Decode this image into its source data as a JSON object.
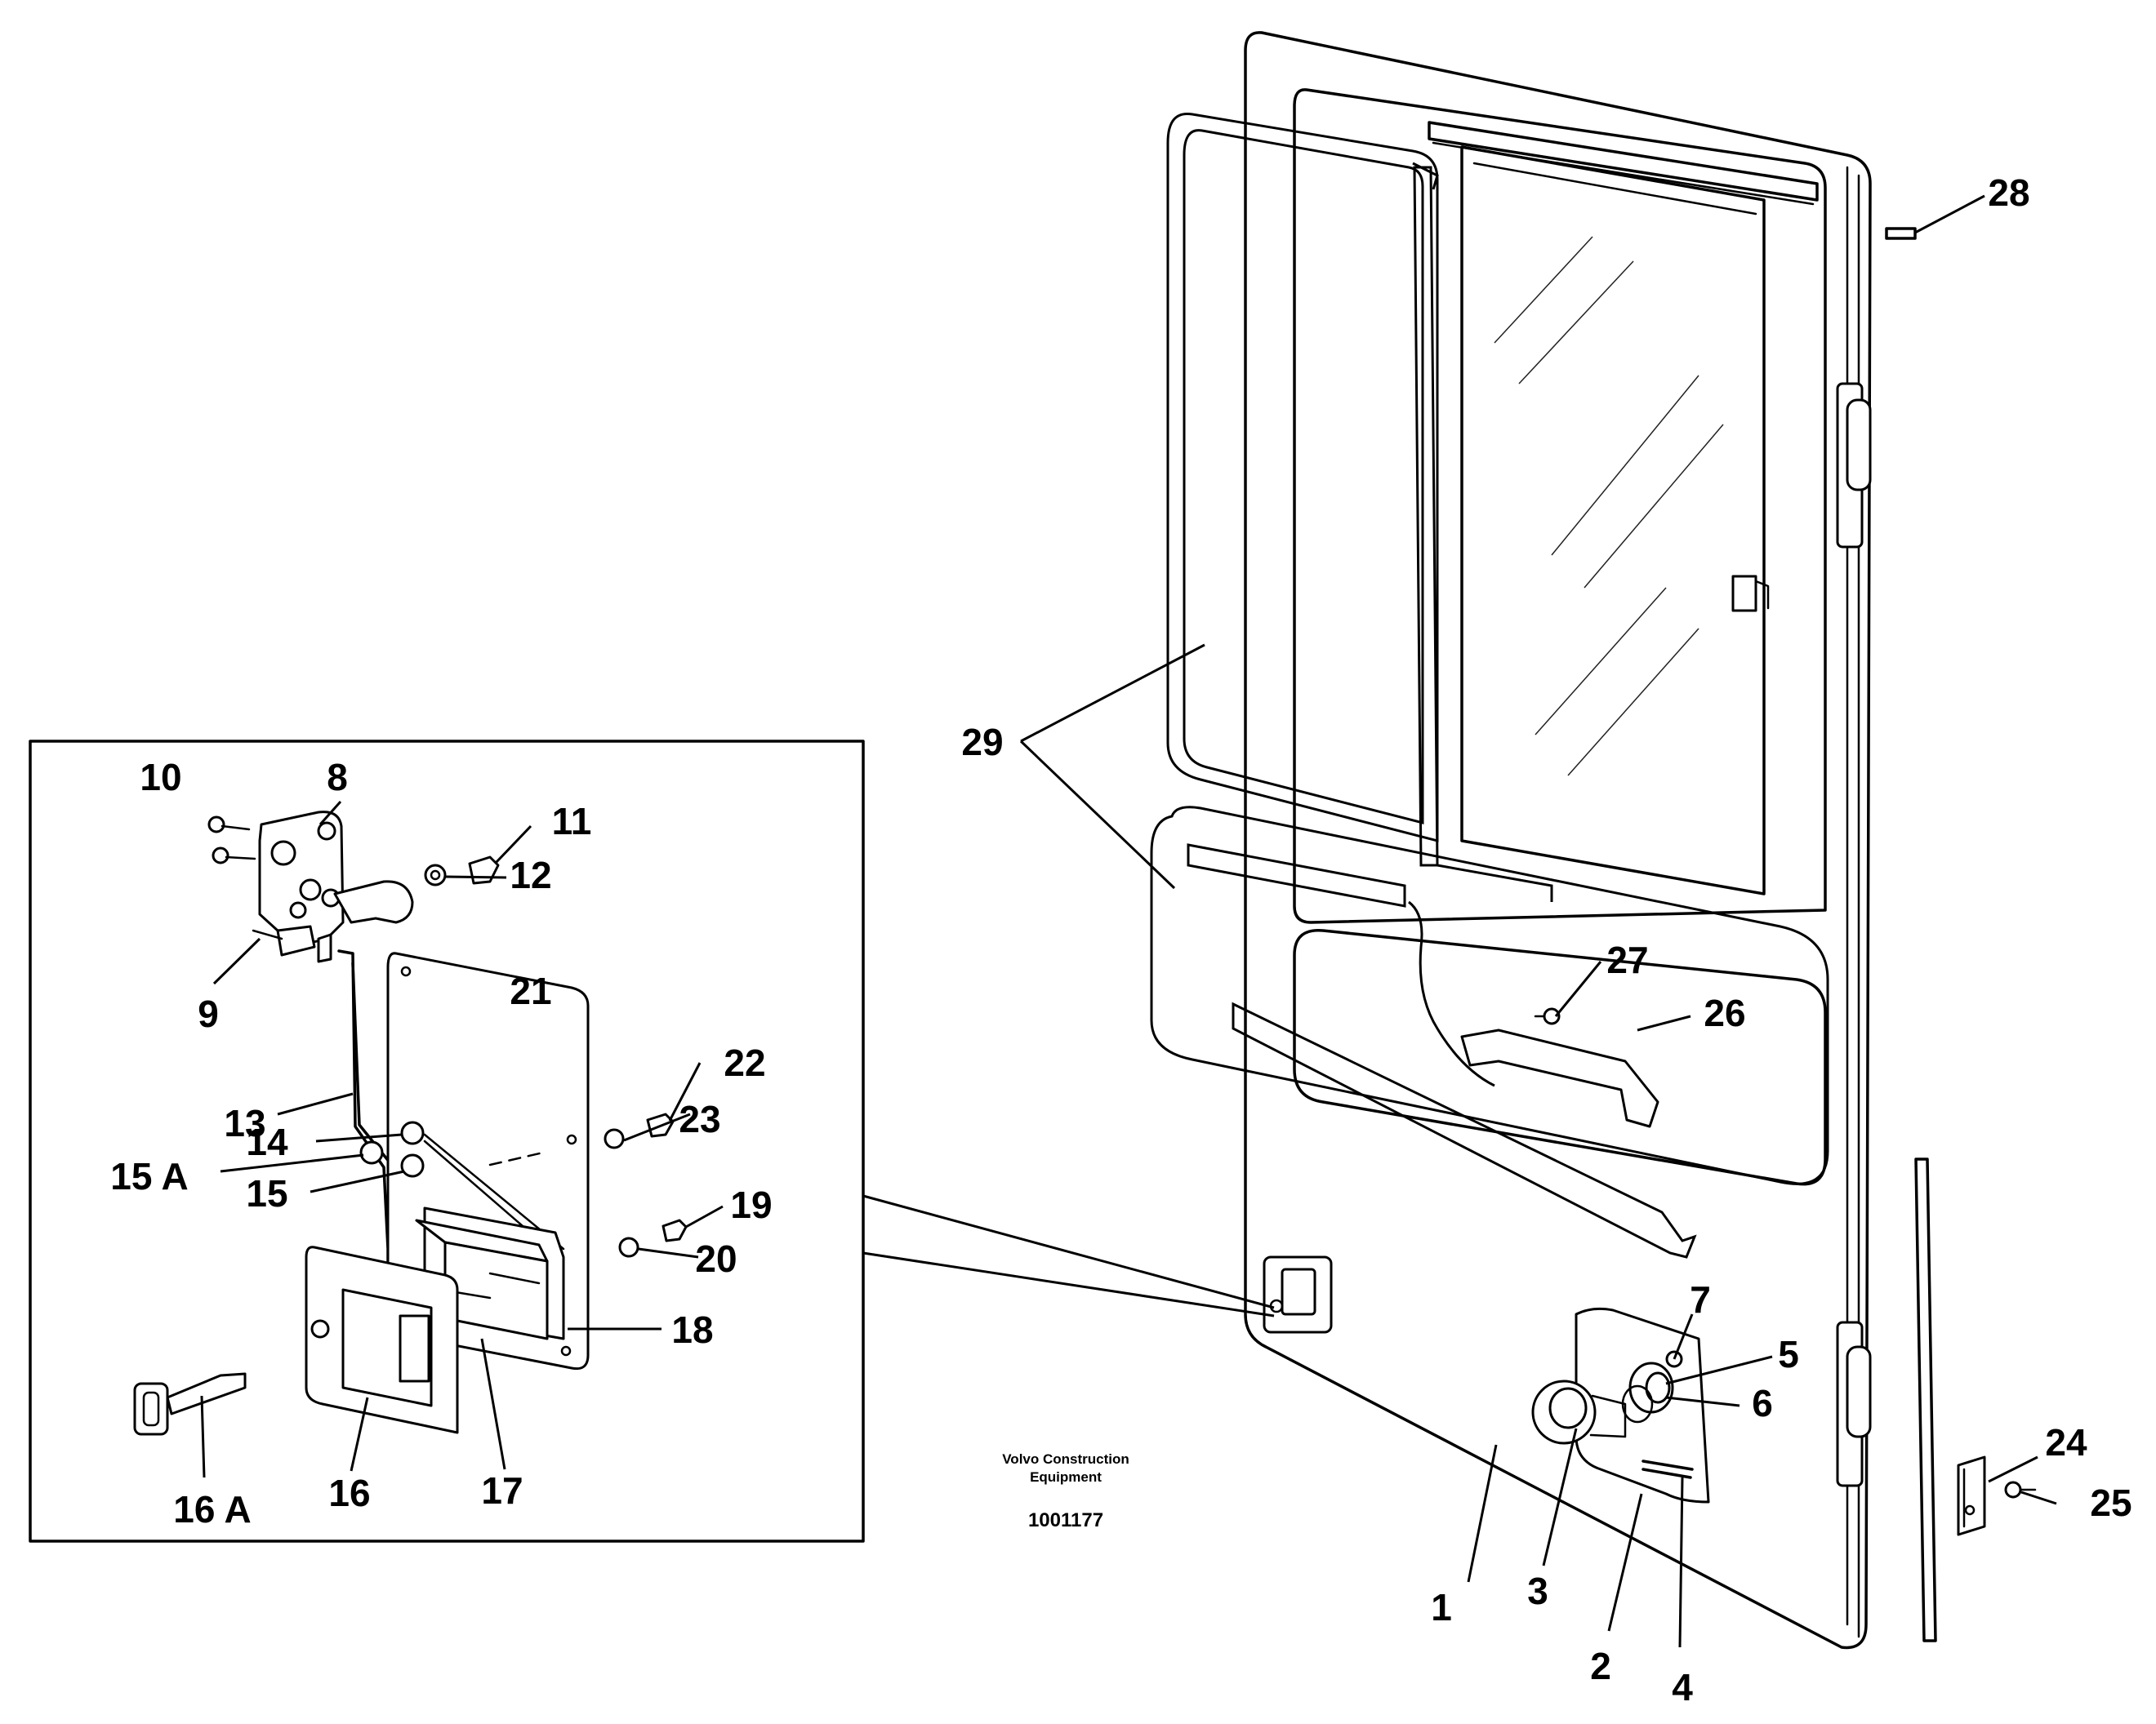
{
  "diagram": {
    "caption": {
      "company_line1": "Volvo Construction",
      "company_line2": "Equipment",
      "drawing_number": "1001177"
    },
    "labels": {
      "l1": "1",
      "l2": "2",
      "l3": "3",
      "l4": "4",
      "l5": "5",
      "l6": "6",
      "l7": "7",
      "l8": "8",
      "l9": "9",
      "l10": "10",
      "l11": "11",
      "l12": "12",
      "l13": "13",
      "l14": "14",
      "l15": "15",
      "l15a": "15 A",
      "l16": "16",
      "l16a": "16 A",
      "l17": "17",
      "l18": "18",
      "l19": "19",
      "l20": "20",
      "l21": "21",
      "l22": "22",
      "l23": "23",
      "l24": "24",
      "l25": "25",
      "l26": "26",
      "l27": "27",
      "l28": "28",
      "l29": "29"
    }
  }
}
